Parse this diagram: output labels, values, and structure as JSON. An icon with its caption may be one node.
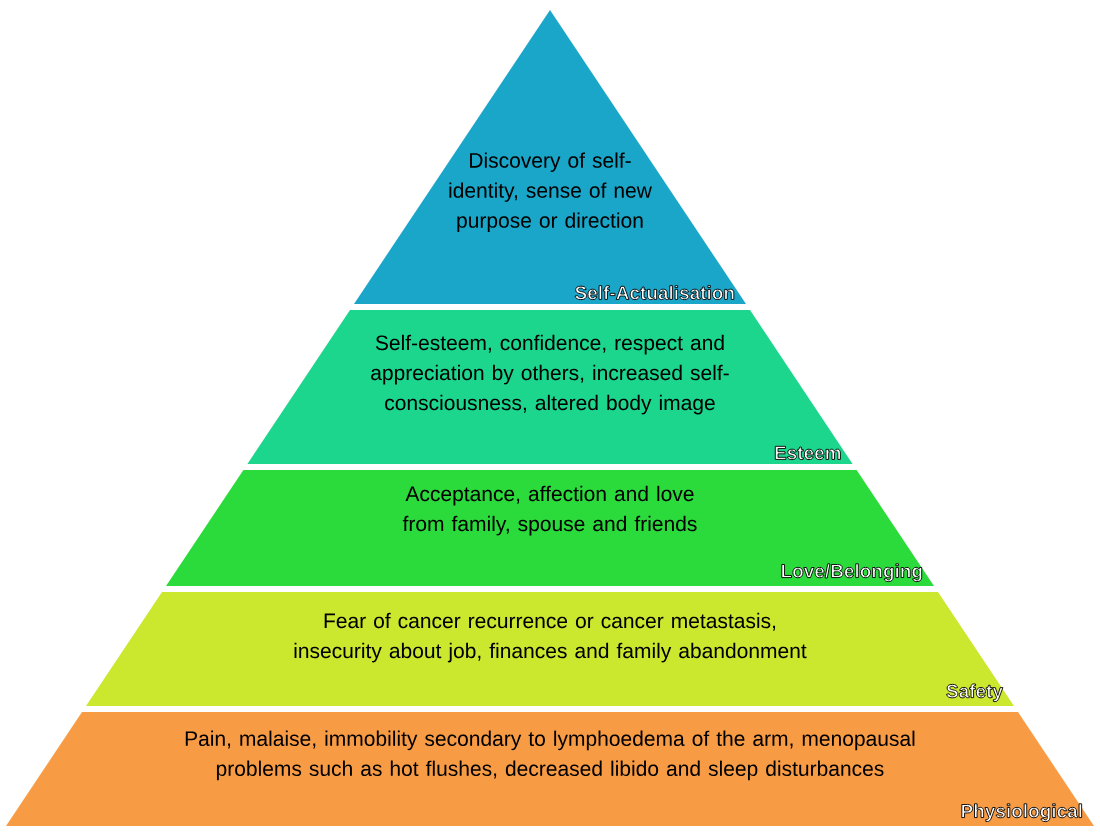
{
  "diagram": {
    "nodes": [
      {
        "text": [
          "Discovery of self-identity, sense of new purpose or direction",
          "Self-Actualisation"
        ]
      },
      {
        "text": [
          "Self-esteem, confidence, respect and appreciation by others, increased self-consciousness, altered body image",
          "Esteem"
        ]
      },
      {
        "text": [
          "Acceptance, affection and love from family, spouse and friends",
          "Love/Belonging"
        ]
      },
      {
        "text": [
          "Fear of cancer recurrence or cancer metastasis, insecurity about job, finances and family abandonment",
          "Safety"
        ]
      },
      {
        "text": [
          "Pain, malaise, immobility secondary to lymphoedema of the arm, menopausal problems such as hot flushes, decreased libido and sleep disturbances",
          "Physiological"
        ]
      }
    ]
  }
}
